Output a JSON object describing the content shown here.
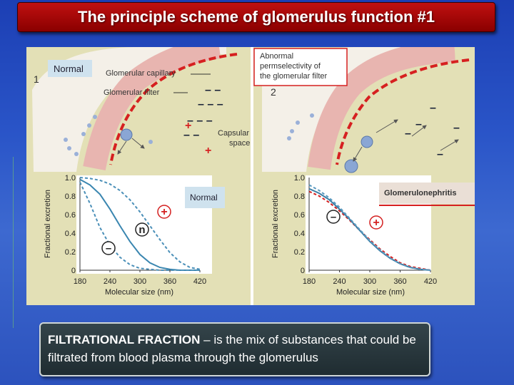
{
  "title": "The principle scheme of glomerulus function #1",
  "panel_left": {
    "number": "1",
    "badge": "Normal",
    "label_capillary": "Glomerular capillary",
    "label_filter": "Glomerular filter",
    "label_capsular_1": "Capsular",
    "label_capsular_2": "space"
  },
  "panel_right": {
    "number": "2",
    "callout_1": "Abnormal",
    "callout_2": "permselectivity of",
    "callout_3": "the glomerular filter"
  },
  "chart_left": {
    "badge": "Normal",
    "neutral_marker": "n"
  },
  "chart_right": {
    "badge": "Glomerulonephritis"
  },
  "caption": {
    "term": "FILTRATIONAL FRACTION",
    "definition": " – is the mix of substances that could be filtrated from blood plasma through the glomerulus"
  },
  "chart_data": [
    {
      "type": "line",
      "title": "",
      "xlabel": "Molecular size (nm)",
      "ylabel": "Fractional excretion",
      "x_ticks": [
        "180",
        "240",
        "300",
        "360",
        "420"
      ],
      "y_ticks": [
        "0",
        "0.2",
        "0.4",
        "0.6",
        "0.8",
        "1.0"
      ],
      "xlim": [
        180,
        420
      ],
      "ylim": [
        0,
        1
      ],
      "series": [
        {
          "style": "dashed",
          "marker": "+",
          "x": [
            180,
            200,
            220,
            240,
            260,
            280,
            300,
            320,
            340,
            360,
            380,
            400,
            420
          ],
          "y": [
            1.0,
            0.99,
            0.97,
            0.93,
            0.86,
            0.76,
            0.63,
            0.48,
            0.33,
            0.19,
            0.09,
            0.03,
            0.01
          ]
        },
        {
          "style": "solid",
          "marker": "n",
          "x": [
            180,
            200,
            220,
            240,
            260,
            280,
            300,
            320,
            340,
            360,
            380,
            400,
            420
          ],
          "y": [
            0.98,
            0.92,
            0.82,
            0.66,
            0.48,
            0.31,
            0.17,
            0.08,
            0.03,
            0.01,
            0.0,
            0.0,
            0.0
          ]
        },
        {
          "style": "dashed",
          "marker": "-",
          "x": [
            180,
            200,
            220,
            240,
            260,
            280,
            300,
            320,
            340,
            360,
            380,
            400,
            420
          ],
          "y": [
            0.95,
            0.72,
            0.46,
            0.27,
            0.14,
            0.06,
            0.02,
            0.01,
            0.0,
            0.0,
            0.0,
            0.0,
            0.0
          ]
        }
      ]
    },
    {
      "type": "line",
      "title": "",
      "xlabel": "Molecular size (nm)",
      "ylabel": "Fractional excretion",
      "x_ticks": [
        "180",
        "240",
        "300",
        "360",
        "420"
      ],
      "y_ticks": [
        "0",
        "0.2",
        "0.4",
        "0.6",
        "0.8",
        "1.0"
      ],
      "xlim": [
        180,
        420
      ],
      "ylim": [
        0,
        1
      ],
      "series": [
        {
          "style": "dashed",
          "marker": "+",
          "color": "#d42020",
          "x": [
            180,
            200,
            220,
            240,
            260,
            280,
            300,
            320,
            340,
            360,
            380,
            400,
            420
          ],
          "y": [
            0.85,
            0.8,
            0.73,
            0.64,
            0.54,
            0.43,
            0.33,
            0.23,
            0.15,
            0.08,
            0.04,
            0.02,
            0.0
          ]
        },
        {
          "style": "solid",
          "color": "#3d7fa6",
          "x": [
            180,
            200,
            220,
            240,
            260,
            280,
            300,
            320,
            340,
            360,
            380,
            400,
            420
          ],
          "y": [
            0.88,
            0.83,
            0.76,
            0.66,
            0.55,
            0.43,
            0.31,
            0.21,
            0.13,
            0.07,
            0.03,
            0.01,
            0.0
          ]
        },
        {
          "style": "dashed",
          "marker": "-",
          "color": "#5a9ac0",
          "x": [
            180,
            200,
            220,
            240,
            260,
            280,
            300,
            320,
            340,
            360,
            380,
            400,
            420
          ],
          "y": [
            0.92,
            0.86,
            0.78,
            0.68,
            0.56,
            0.44,
            0.32,
            0.22,
            0.13,
            0.07,
            0.03,
            0.01,
            0.0
          ]
        }
      ]
    }
  ]
}
